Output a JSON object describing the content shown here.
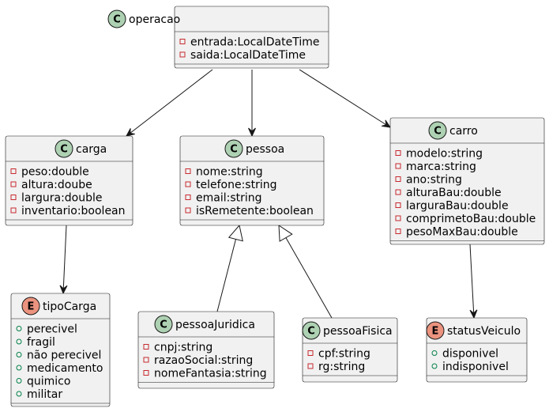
{
  "classes": {
    "operacao": {
      "name": "operacao",
      "kind": "C",
      "attributes": [
        "entrada:LocalDateTime",
        "saida:LocalDateTime"
      ]
    },
    "carga": {
      "name": "carga",
      "kind": "C",
      "attributes": [
        "peso:double",
        "altura:doube",
        "largura:double",
        "inventario:boolean"
      ]
    },
    "pessoa": {
      "name": "pessoa",
      "kind": "C",
      "attributes": [
        "nome:string",
        "telefone:string",
        "email:string",
        "isRemetente:boolean"
      ]
    },
    "carro": {
      "name": "carro",
      "kind": "C",
      "attributes": [
        "modelo:string",
        "marca:string",
        "ano:string",
        "alturaBau:double",
        "larguraBau:double",
        "comprimetoBau:double",
        "pesoMaxBau:double"
      ]
    },
    "tipoCarga": {
      "name": "tipoCarga",
      "kind": "E",
      "attributes": [
        "perecivel",
        "fragil",
        "não perecivel",
        "medicamento",
        "quimico",
        "militar"
      ]
    },
    "pessoaJuridica": {
      "name": "pessoaJuridica",
      "kind": "C",
      "attributes": [
        "cnpj:string",
        "razaoSocial:string",
        "nomeFantasia:string"
      ]
    },
    "pessoaFisica": {
      "name": "pessoaFisica",
      "kind": "C",
      "attributes": [
        "cpf:string",
        "rg:string"
      ]
    },
    "statusVeiculo": {
      "name": "statusVeiculo",
      "kind": "E",
      "attributes": [
        "disponivel",
        "indisponivel"
      ]
    }
  },
  "relations": [
    {
      "from": "operacao",
      "to": "carga",
      "type": "association"
    },
    {
      "from": "operacao",
      "to": "pessoa",
      "type": "association"
    },
    {
      "from": "operacao",
      "to": "carro",
      "type": "association"
    },
    {
      "from": "carga",
      "to": "tipoCarga",
      "type": "association"
    },
    {
      "from": "carro",
      "to": "statusVeiculo",
      "type": "association"
    },
    {
      "from": "pessoaJuridica",
      "to": "pessoa",
      "type": "inheritance"
    },
    {
      "from": "pessoaFisica",
      "to": "pessoa",
      "type": "inheritance"
    }
  ],
  "colors": {
    "class_badge": "#add1b2",
    "enum_badge": "#eb937f",
    "private_marker": "#c82930",
    "public_marker": "#038048",
    "box_fill": "#f1f1f1",
    "border": "#181818"
  }
}
